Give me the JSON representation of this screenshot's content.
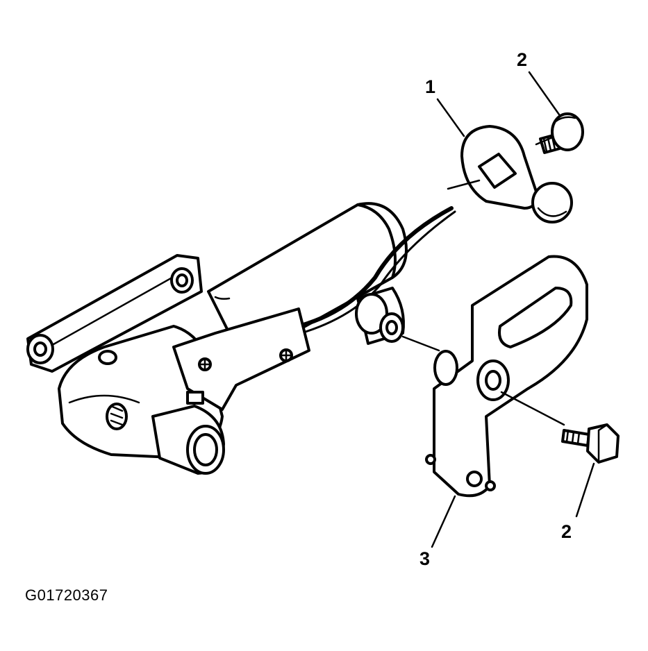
{
  "callouts": {
    "washer": "1",
    "bolt_top": "2",
    "bolt_bottom": "2",
    "lever": "3"
  },
  "figure_id": "G01720367"
}
